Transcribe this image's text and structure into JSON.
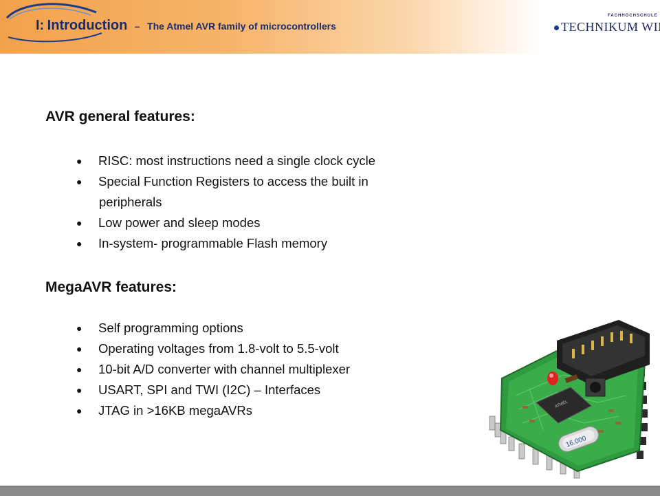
{
  "header": {
    "section": "I:",
    "title": "Introduction",
    "separator": "–",
    "subtitle": "The Atmel AVR family of microcontrollers",
    "background_gradient": [
      "#f3a24b",
      "#ffffff"
    ],
    "title_color": "#1b2a6b"
  },
  "logo": {
    "school_type": "FACHHOCHSCHULE",
    "name": "TECHNIKUM WIEN",
    "color": "#1b2a6b"
  },
  "sections": [
    {
      "heading": "AVR general features:",
      "bullets": [
        {
          "text": "RISC: most instructions need a single clock cycle"
        },
        {
          "text": "Special Function Registers to access the built in",
          "continuation": "peripherals"
        },
        {
          "text": "Low power and sleep modes"
        },
        {
          "text": "In-system- programmable Flash memory"
        }
      ]
    },
    {
      "heading": "MegaAVR features:",
      "bullets": [
        {
          "text": "Self programming options"
        },
        {
          "text": "Operating voltages from 1.8-volt to 5.5-volt"
        },
        {
          "text": "10-bit A/D converter with channel multiplexer"
        },
        {
          "text": "USART, SPI and TWI (I2C) – Interfaces"
        },
        {
          "text": "JTAG in >16KB megaAVRs"
        }
      ]
    }
  ],
  "bullet_glyph": "●",
  "image": {
    "icon": "avr-board-photo",
    "crystal_label": "16.000"
  },
  "footer": {
    "color": "#8a8a8a"
  }
}
